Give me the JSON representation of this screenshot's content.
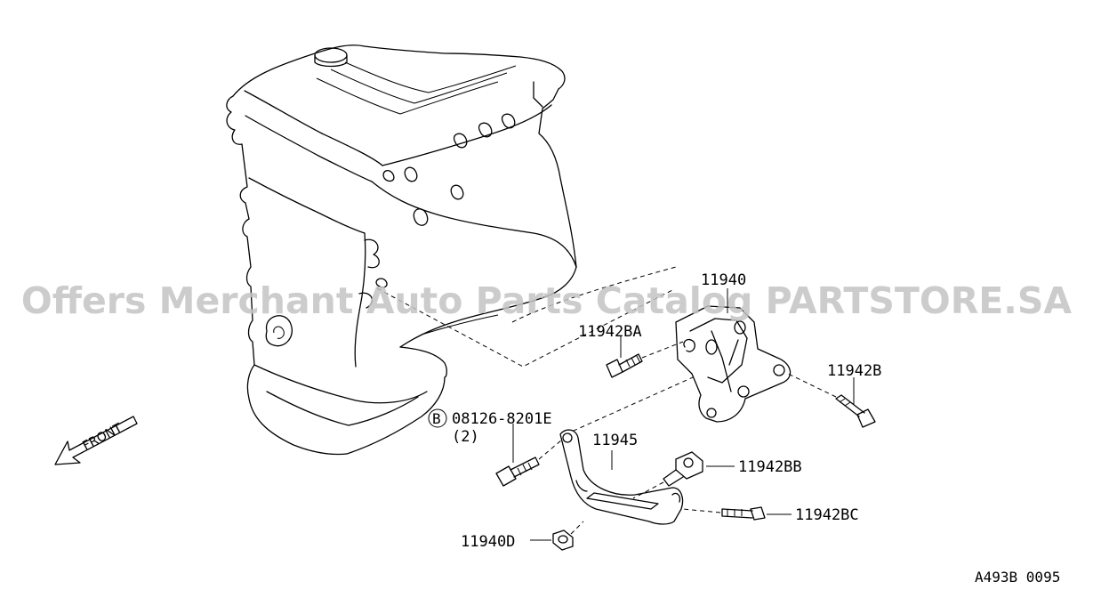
{
  "watermark": "Offers Merchant Auto Parts Catalog PARTSTORE.SA",
  "front_label": "FRONT",
  "ref_code": "A493B 0095",
  "parts": {
    "p11940": "11940",
    "p11942BA": "11942BA",
    "p11942B": "11942B",
    "p11942BB": "11942BB",
    "p11942BC": "11942BC",
    "p11945": "11945",
    "p11940D": "11940D",
    "bolt_code": "08126-8201E",
    "bolt_qty": "(2)",
    "bolt_marker": "B"
  }
}
